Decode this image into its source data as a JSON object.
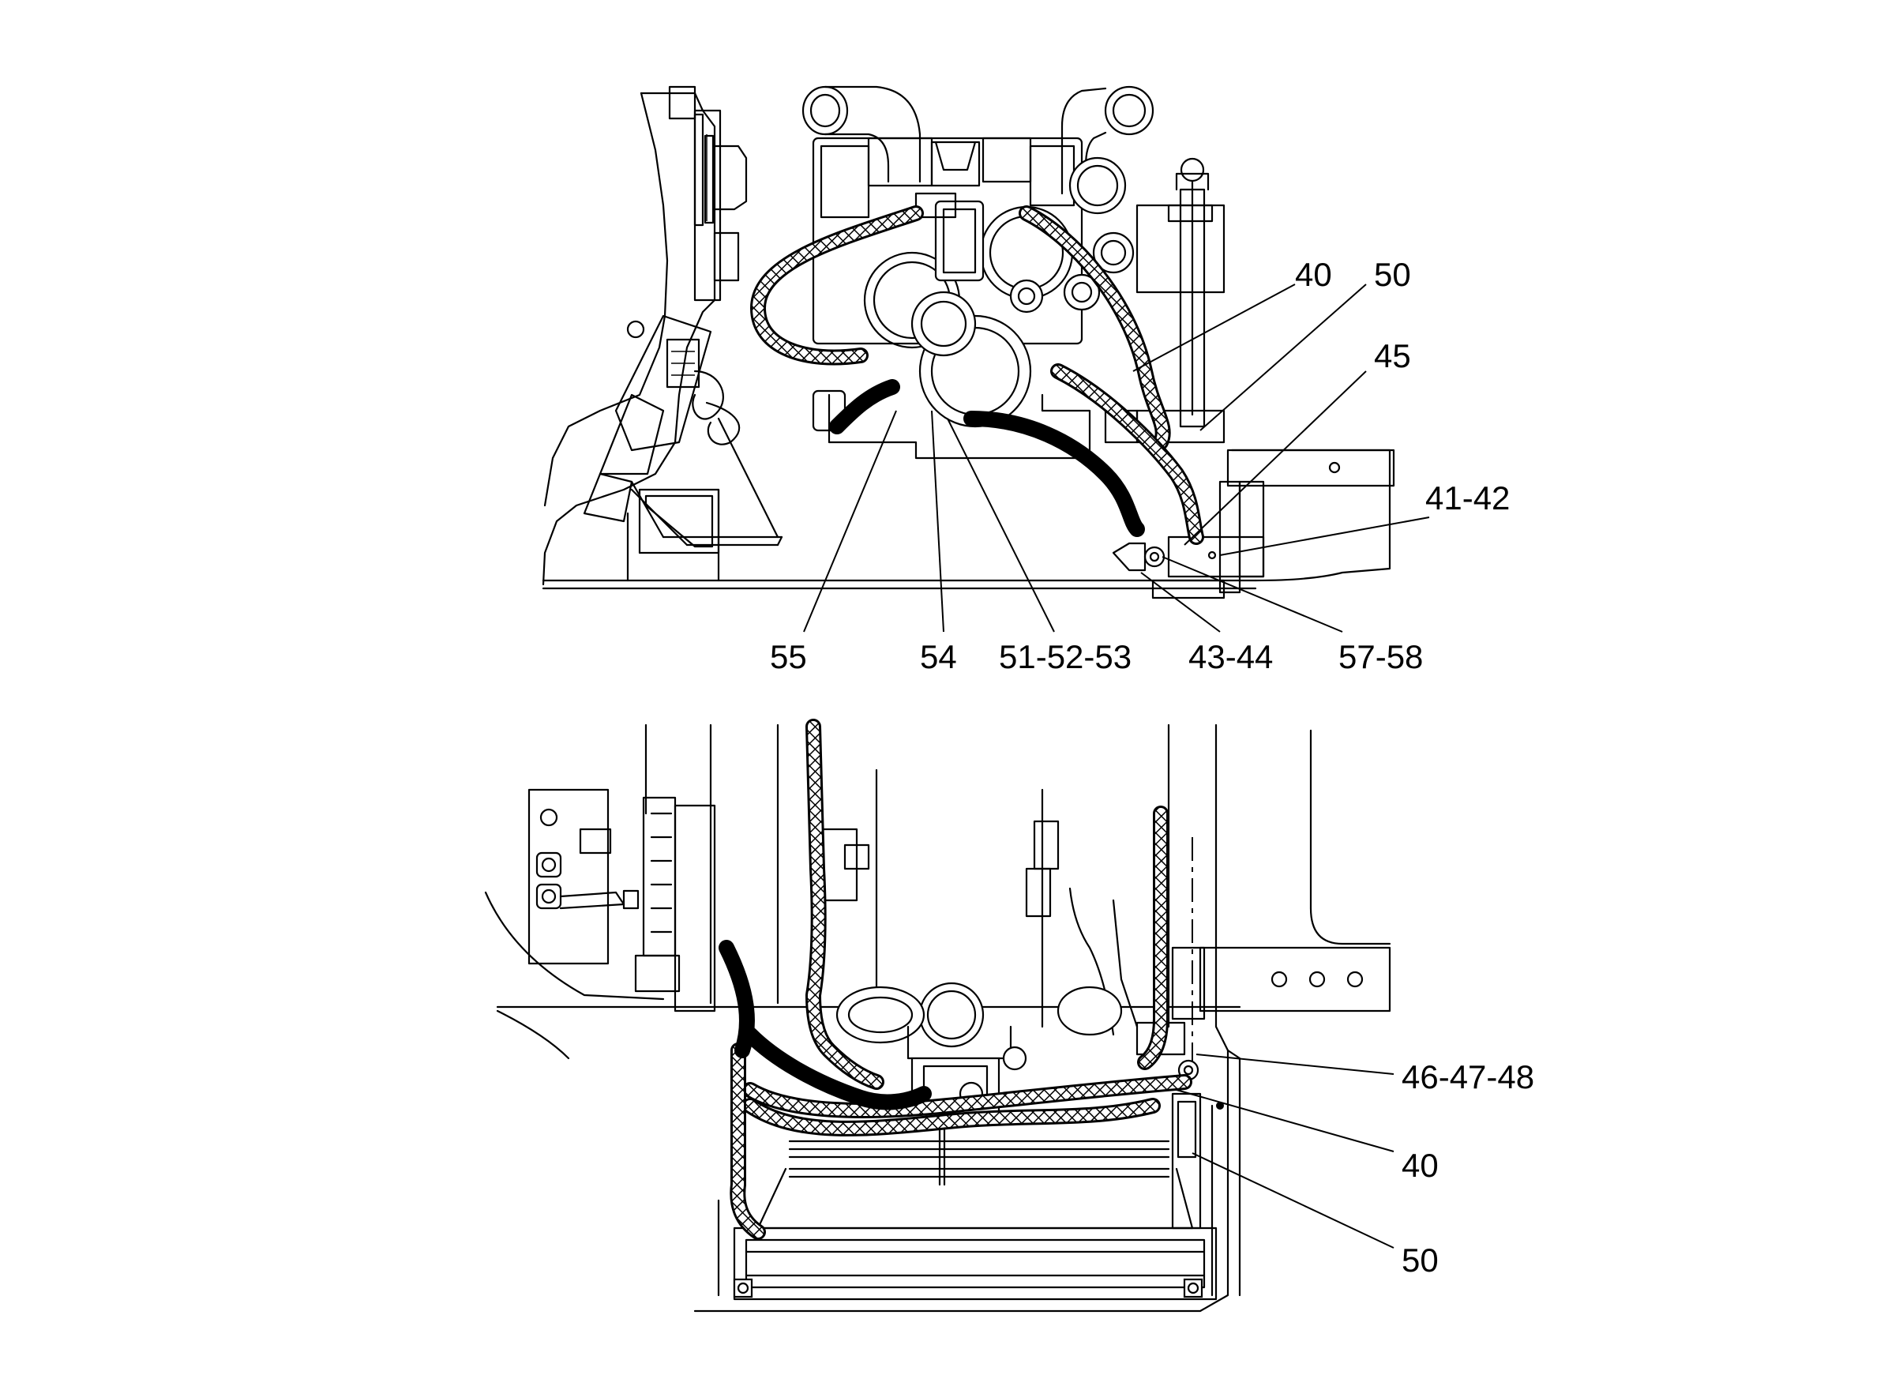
{
  "diagram": {
    "top_view_callouts": [
      {
        "id": "c-40-top",
        "label": "40"
      },
      {
        "id": "c-50-top",
        "label": "50"
      },
      {
        "id": "c-45",
        "label": "45"
      },
      {
        "id": "c-41-42",
        "label": "41-42"
      },
      {
        "id": "c-55",
        "label": "55"
      },
      {
        "id": "c-54",
        "label": "54"
      },
      {
        "id": "c-51-52-53",
        "label": "51-52-53"
      },
      {
        "id": "c-43-44",
        "label": "43-44"
      },
      {
        "id": "c-57-58",
        "label": "57-58"
      }
    ],
    "bottom_view_callouts": [
      {
        "id": "c-46-47-48",
        "label": "46-47-48"
      },
      {
        "id": "c-40-bottom",
        "label": "40"
      },
      {
        "id": "c-50-bottom",
        "label": "50"
      }
    ]
  },
  "colors": {
    "line": "#000000",
    "background": "#ffffff",
    "hose_fill": "#7a7a7a"
  }
}
